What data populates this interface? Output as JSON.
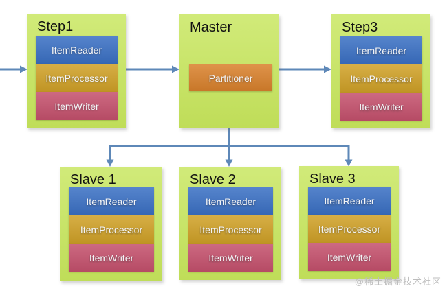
{
  "diagram": {
    "nodes": [
      {
        "id": "step1",
        "title": "Step1",
        "components": [
          "ItemReader",
          "ItemProcessor",
          "ItemWriter"
        ]
      },
      {
        "id": "master",
        "title": "Master",
        "components": [
          "Partitioner"
        ]
      },
      {
        "id": "step3",
        "title": "Step3",
        "components": [
          "ItemReader",
          "ItemProcessor",
          "ItemWriter"
        ]
      },
      {
        "id": "slave1",
        "title": "Slave 1",
        "components": [
          "ItemReader",
          "ItemProcessor",
          "ItemWriter"
        ]
      },
      {
        "id": "slave2",
        "title": "Slave 2",
        "components": [
          "ItemReader",
          "ItemProcessor",
          "ItemWriter"
        ]
      },
      {
        "id": "slave3",
        "title": "Slave 3",
        "components": [
          "ItemReader",
          "ItemProcessor",
          "ItemWriter"
        ]
      }
    ],
    "connections": [
      {
        "from": "input",
        "to": "step1"
      },
      {
        "from": "step1",
        "to": "master"
      },
      {
        "from": "master",
        "to": "step3"
      },
      {
        "from": "master",
        "to": "slave1"
      },
      {
        "from": "master",
        "to": "slave2"
      },
      {
        "from": "master",
        "to": "slave3"
      }
    ],
    "colors": {
      "node_bg": "#c7e65c",
      "item_reader": "#3a70c4",
      "item_processor": "#d0a127",
      "item_writer": "#c5516d",
      "partitioner": "#d9812c",
      "arrow": "#5e88b8"
    }
  },
  "watermark": "@稀土掘金技术社区"
}
